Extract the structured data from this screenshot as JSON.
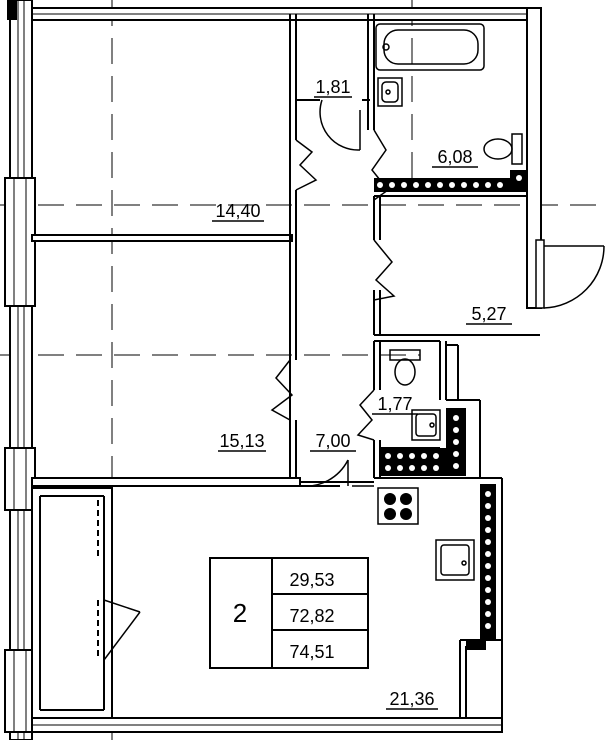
{
  "rooms": {
    "hall_small": "1,81",
    "bathroom": "6,08",
    "bedroom_top": "14,40",
    "storage": "5,27",
    "wc": "1,77",
    "bedroom_mid": "15,13",
    "corridor": "7,00",
    "kitchen_living": "21,36"
  },
  "summary": {
    "rooms_count": "2",
    "living_area": "29,53",
    "total_area": "72,82",
    "total_area_with_balcony": "74,51"
  }
}
